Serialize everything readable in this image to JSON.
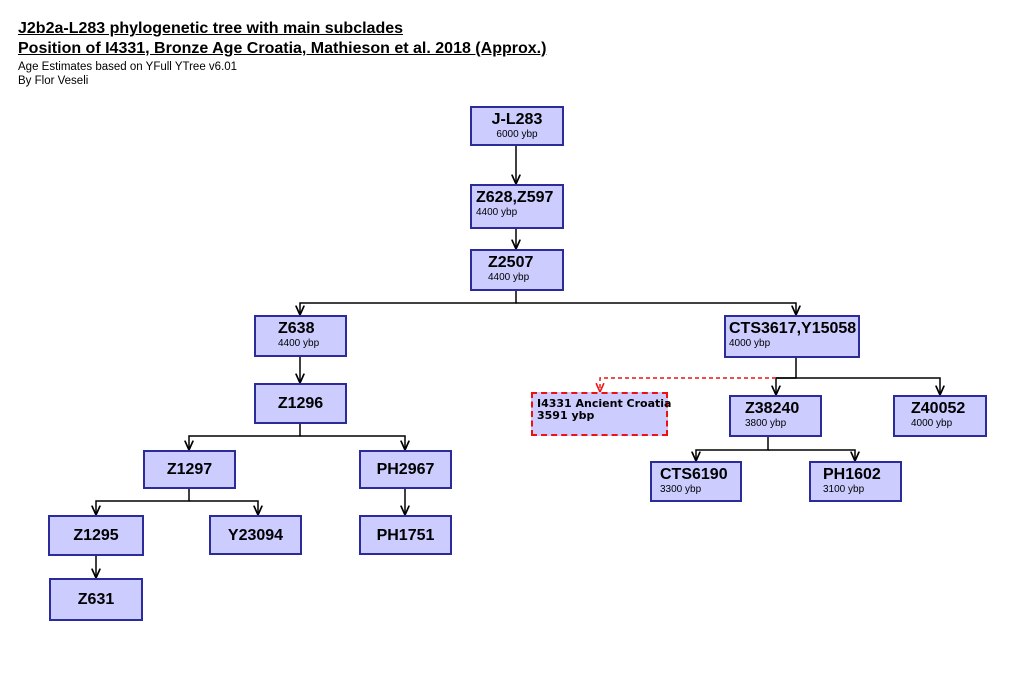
{
  "header": {
    "title": "J2b2a-L283 phylogenetic tree with main subclades",
    "subtitle": "Position of I4331, Bronze Age Croatia, Mathieson et al. 2018 (Approx.)",
    "note": "Age Estimates based on YFull YTree v6.01",
    "author": "By Flor Veseli"
  },
  "colors": {
    "node_fill": "#ccccff",
    "node_border": "#2b2b9a",
    "ancient_border": "#ee1111",
    "line": "#000000"
  },
  "nodes": {
    "jl283": {
      "label": "J-L283",
      "age": "6000 ybp"
    },
    "z628": {
      "label": "Z628,Z597",
      "age": "4400 ybp"
    },
    "z2507": {
      "label": "Z2507",
      "age": "4400 ybp"
    },
    "z638": {
      "label": "Z638",
      "age": "4400 ybp"
    },
    "cts3617": {
      "label": "CTS3617,Y15058",
      "age": "4000 ybp"
    },
    "z1296": {
      "label": "Z1296"
    },
    "i4331": {
      "label": "I4331 Ancient Croatia",
      "age": "3591 ybp"
    },
    "z38240": {
      "label": "Z38240",
      "age": "3800 ybp"
    },
    "z40052": {
      "label": "Z40052",
      "age": "4000 ybp"
    },
    "z1297": {
      "label": "Z1297"
    },
    "ph2967": {
      "label": "PH2967"
    },
    "cts6190": {
      "label": "CTS6190",
      "age": "3300 ybp"
    },
    "ph1602": {
      "label": "PH1602",
      "age": "3100 ybp"
    },
    "z1295": {
      "label": "Z1295"
    },
    "y23094": {
      "label": "Y23094"
    },
    "ph1751": {
      "label": "PH1751"
    },
    "z631": {
      "label": "Z631"
    }
  }
}
